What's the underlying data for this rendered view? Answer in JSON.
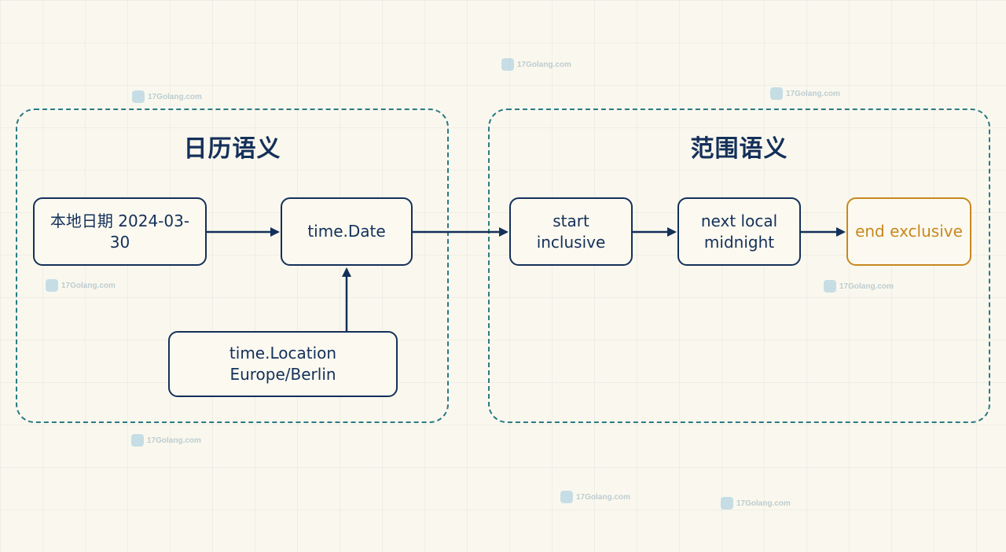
{
  "groups": {
    "calendar": {
      "title": "日历语义"
    },
    "range": {
      "title": "范围语义"
    }
  },
  "nodes": {
    "local_date": "本地日期 2024-03-30",
    "time_date": "time.Date",
    "time_location": "time.Location Europe/Berlin",
    "start_inclusive": "start inclusive",
    "next_midnight_line1": "next local",
    "next_midnight_line2": "midnight",
    "end_exclusive": "end exclusive"
  },
  "watermark": {
    "text": "17Golang.com"
  },
  "colors": {
    "background": "#faf8ee",
    "node_border": "#14305a",
    "group_border": "#2b7a85",
    "accent": "#c8881e"
  }
}
